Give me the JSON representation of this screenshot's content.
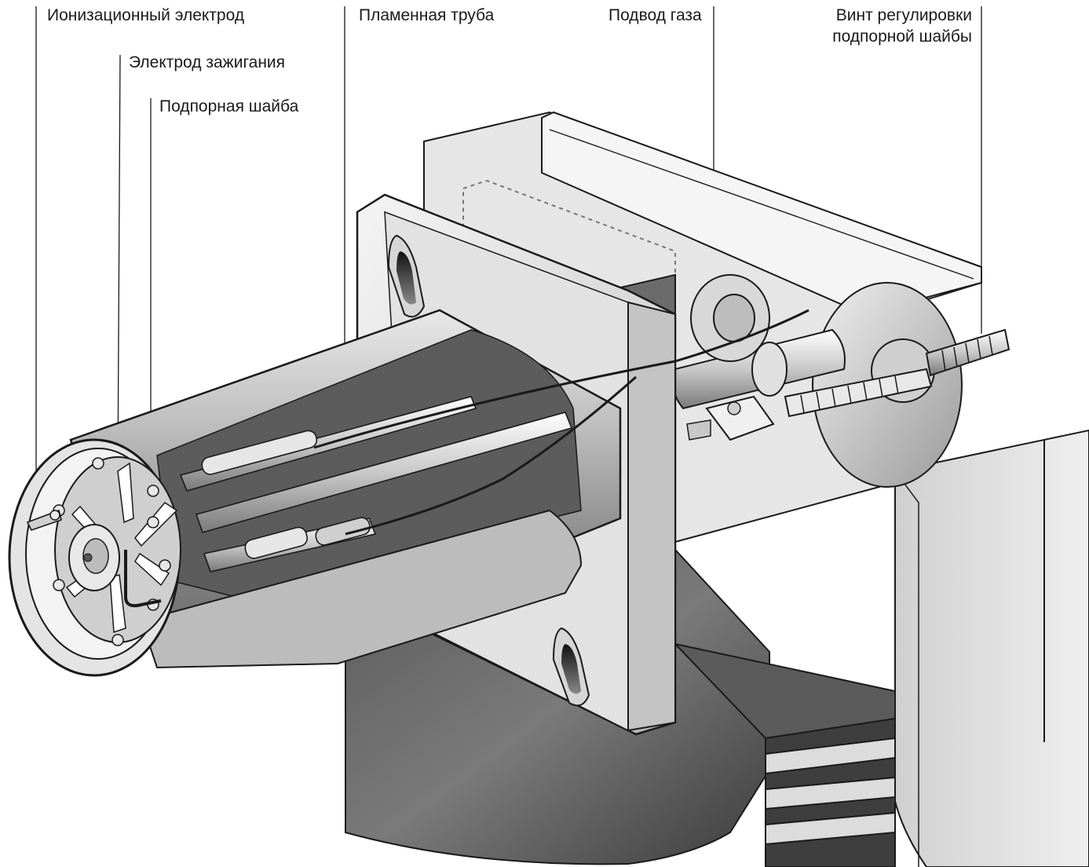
{
  "labels": {
    "ionization_electrode": "Ионизационный электрод",
    "ignition_electrode": "Электрод зажигания",
    "baffle_plate": "Подпорная шайба",
    "flame_tube": "Пламенная труба",
    "gas_supply": "Подвод газа",
    "adjust_screw_line1": "Винт регулировки",
    "adjust_screw_line2": "подпорной шайбы"
  },
  "colors": {
    "ink": "#1a1a1a",
    "dark_metal": "#4a4a4a",
    "mid_metal": "#8c8c8c",
    "light_metal": "#d9d9d9",
    "highlight": "#f2f2f2"
  }
}
